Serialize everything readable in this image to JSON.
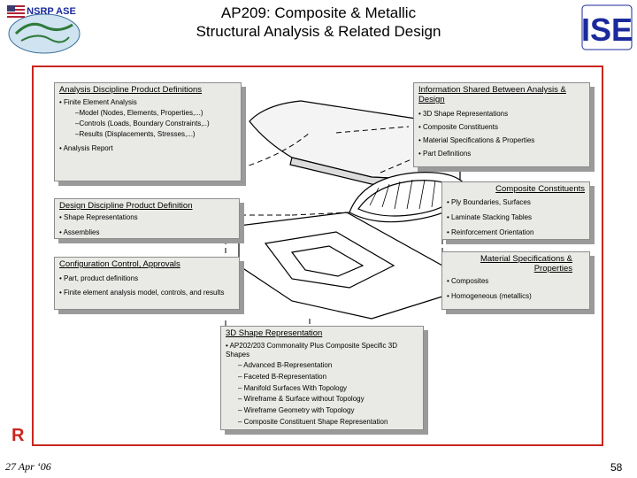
{
  "header": {
    "title_line1": "AP209: Composite & Metallic",
    "title_line2": "Structural Analysis & Related Design",
    "logo_left_text": "NSRP ASE",
    "logo_right_text": "ISE"
  },
  "boxes": {
    "analysis": {
      "heading": "Analysis Discipline Product Definitions",
      "items": [
        {
          "text": "• Finite Element Analysis",
          "level": 0
        },
        {
          "text": "–Model (Nodes, Elements, Properties,...)",
          "level": 1
        },
        {
          "text": "–Controls (Loads, Boundary Constraints,..)",
          "level": 1
        },
        {
          "text": "–Results (Displacements, Stresses,...)",
          "level": 1
        },
        {
          "text": "• Analysis Report",
          "level": 0
        }
      ]
    },
    "info_shared": {
      "heading": "Information Shared Between Analysis & Design",
      "items": [
        "• 3D Shape Representations",
        "• Composite Constituents",
        "• Material Specifications & Properties",
        "• Part Definitions"
      ]
    },
    "composite": {
      "heading": "Composite Constituents",
      "items": [
        "• Ply Boundaries, Surfaces",
        "• Laminate Stacking Tables",
        "• Reinforcement Orientation"
      ]
    },
    "design": {
      "heading": "Design Discipline Product Definition",
      "items": [
        "• Shape Representations",
        "• Assemblies"
      ]
    },
    "config": {
      "heading": "Configuration Control, Approvals",
      "items": [
        "• Part, product definitions",
        "• Finite element analysis model, controls, and results"
      ]
    },
    "material": {
      "heading": "Material Specifications & Properties",
      "items": [
        "• Composites",
        "• Homogeneous (metallics)"
      ]
    },
    "shape3d": {
      "heading": "3D Shape Representation",
      "items": [
        {
          "text": "• AP202/203 Commonality Plus Composite Specific 3D Shapes",
          "level": 0
        },
        {
          "text": "– Advanced B-Representation",
          "level": 1
        },
        {
          "text": "– Faceted B-Representation",
          "level": 1
        },
        {
          "text": "– Manifold Surfaces With Topology",
          "level": 1
        },
        {
          "text": "– Wireframe & Surface without Topology",
          "level": 1
        },
        {
          "text": "– Wireframe Geometry with Topology",
          "level": 1
        },
        {
          "text": "– Composite Constituent Shape Representation",
          "level": 1
        }
      ]
    }
  },
  "footer": {
    "corner_mark": "R",
    "date": "27 Apr ‘06",
    "page_number": "58"
  },
  "colors": {
    "frame_red": "#c8261e",
    "box_fill": "#e9e9e6",
    "box_shadow": "#9a9a9a",
    "logo_blue": "#1a2a9c"
  }
}
